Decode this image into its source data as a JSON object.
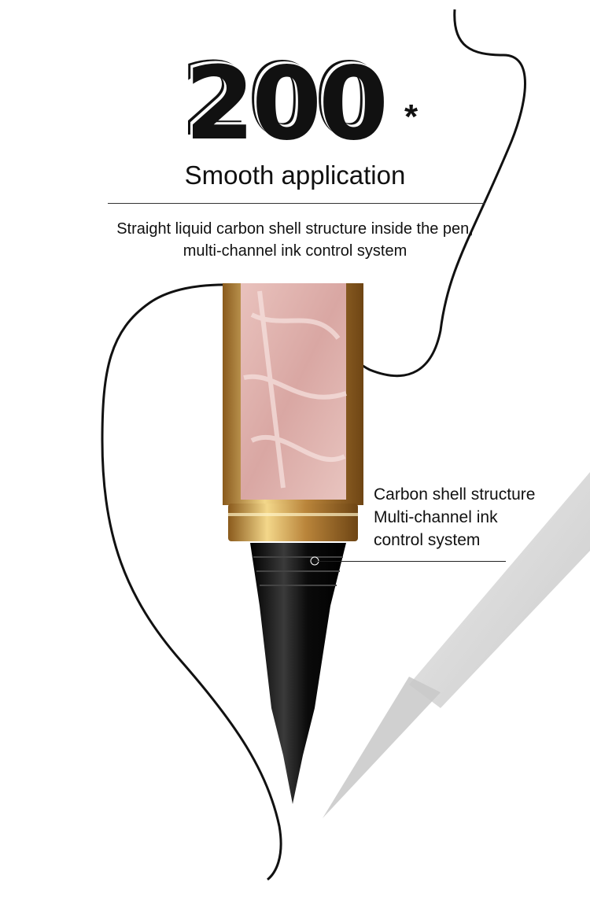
{
  "headline": {
    "number": "200",
    "asterisk": "*",
    "subtitle": "Smooth application"
  },
  "description": [
    "Straight liquid carbon shell structure inside the pen,",
    "multi-channel ink control system"
  ],
  "callout": [
    "Carbon shell structure",
    "Multi-channel ink",
    "control system"
  ],
  "colors": {
    "gold": "#c9a24a",
    "pink": "#e4b9b3",
    "ink": "#111111",
    "shadow": "#cfcfcf"
  }
}
